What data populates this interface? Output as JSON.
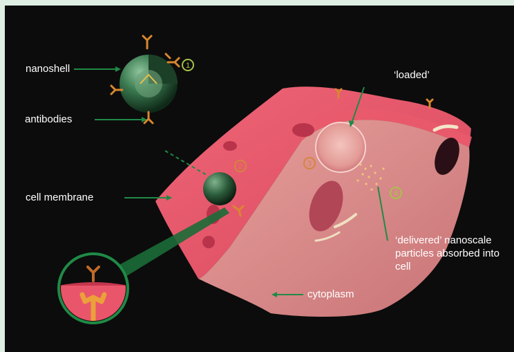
{
  "labels": {
    "nanoshell": "nanoshell",
    "antibodies": "antibodies",
    "cell_membrane": "cell membrane",
    "loaded": "‘loaded’",
    "delivered": "‘delivered’ nanoscale particles absorbed into cell",
    "cytoplasm": "cytoplasm"
  },
  "steps": [
    "1",
    "2",
    "3",
    "4"
  ],
  "colors": {
    "background": "#0c0c0c",
    "frame": "#dfeee3",
    "membrane": "#e9556a",
    "cytoplasm": "#d77f84",
    "nanoshell": "#2f6a44",
    "antibody": "#e2a23a",
    "leader_line": "#1f8a46",
    "step_marker": "#a8c24a"
  }
}
